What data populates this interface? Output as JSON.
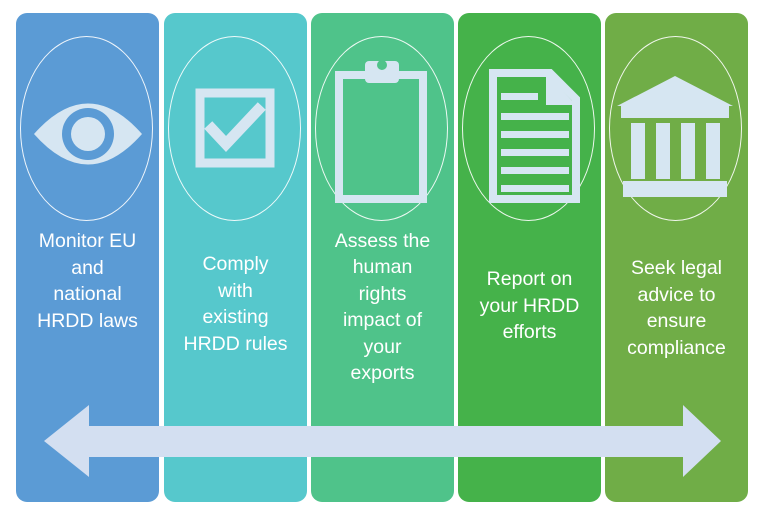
{
  "steps": [
    {
      "label": "Monitor EU\nand\nnational\nHRDD laws",
      "color": "#5b9bd5",
      "icon": "eye-icon"
    },
    {
      "label": "Comply\nwith\nexisting\nHRDD rules",
      "color": "#56c8cc",
      "icon": "checkbox-icon"
    },
    {
      "label": "Assess the\nhuman\nrights\nimpact of\nyour\nexports",
      "color": "#4fc38a",
      "icon": "clipboard-icon"
    },
    {
      "label": "Report on\nyour HRDD\nefforts",
      "color": "#45b24a",
      "icon": "document-icon"
    },
    {
      "label": "Seek legal\nadvice to\nensure\ncompliance",
      "color": "#70ad47",
      "icon": "bank-building-icon"
    }
  ],
  "arrow_color": "#d3dff1",
  "icon_color": "#d6e6f2"
}
